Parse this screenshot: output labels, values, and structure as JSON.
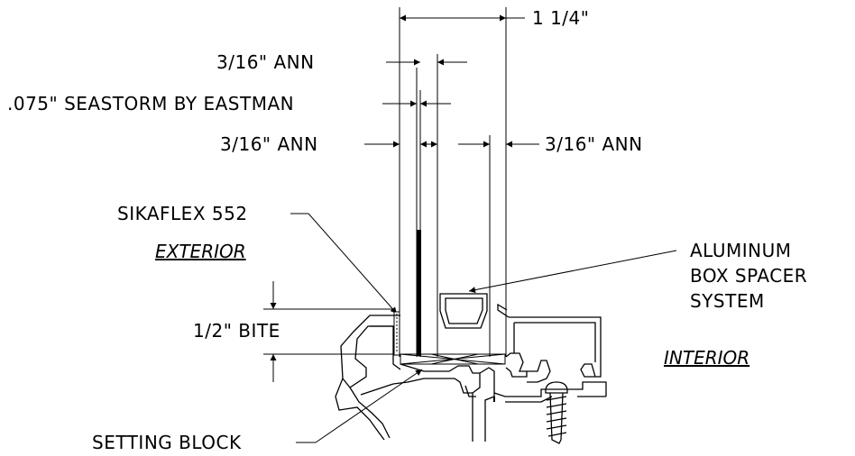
{
  "labels": {
    "overall": "1 1/4\"",
    "ann_top": "3/16\" ANN",
    "interlayer": ".075\" SEASTORM BY EASTMAN",
    "ann_left": "3/16\" ANN",
    "ann_right": "3/16\" ANN",
    "sealant": "SIKAFLEX 552",
    "exterior": "EXTERIOR",
    "spacer_1": "ALUMINUM",
    "spacer_2": "BOX SPACER",
    "spacer_3": "SYSTEM",
    "bite": "1/2\" BITE",
    "interior": "INTERIOR",
    "setting_block": "SETTING BLOCK"
  },
  "colors": {
    "line": "#000000",
    "background": "#ffffff"
  }
}
